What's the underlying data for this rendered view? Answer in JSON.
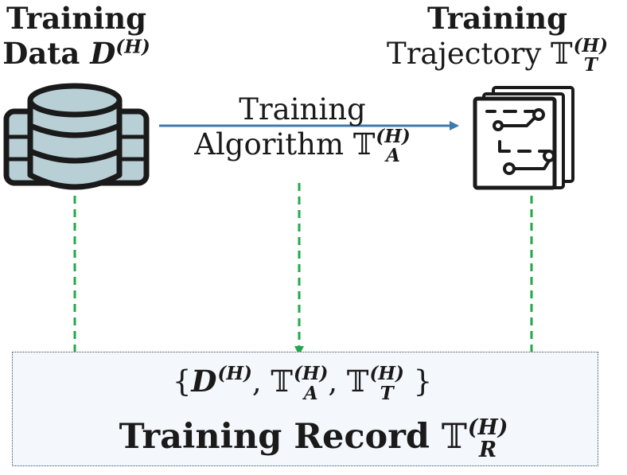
{
  "nodes": {
    "data": {
      "title": "Training",
      "label": "Data",
      "symbol": "D",
      "superscript": "(H)",
      "icon": "database-icon"
    },
    "algorithm": {
      "title": "Training",
      "label": "Algorithm",
      "symbol": "𝕋",
      "superscript": "(H)",
      "subscript": "A"
    },
    "trajectory": {
      "title": "Training",
      "label": "Trajectory",
      "symbol": "𝕋",
      "superscript": "(H)",
      "subscript": "T",
      "icon": "circuit-document-icon"
    }
  },
  "record": {
    "set_open": "{",
    "set_close": "}",
    "separator": ",",
    "items": [
      {
        "symbol": "D",
        "superscript": "(H)",
        "subscript": ""
      },
      {
        "symbol": "𝕋",
        "superscript": "(H)",
        "subscript": "A"
      },
      {
        "symbol": "𝕋",
        "superscript": "(H)",
        "subscript": "T"
      }
    ],
    "label": "Training Record",
    "symbol": "𝕋",
    "superscript": "(H)",
    "subscript": "R"
  },
  "colors": {
    "solid_arrow": "#3d7ab0",
    "dashed_arrow": "#22a84a",
    "database_fill": "#b9cfd6",
    "record_background": "#f4f7fb",
    "record_border": "#3a4a66"
  }
}
